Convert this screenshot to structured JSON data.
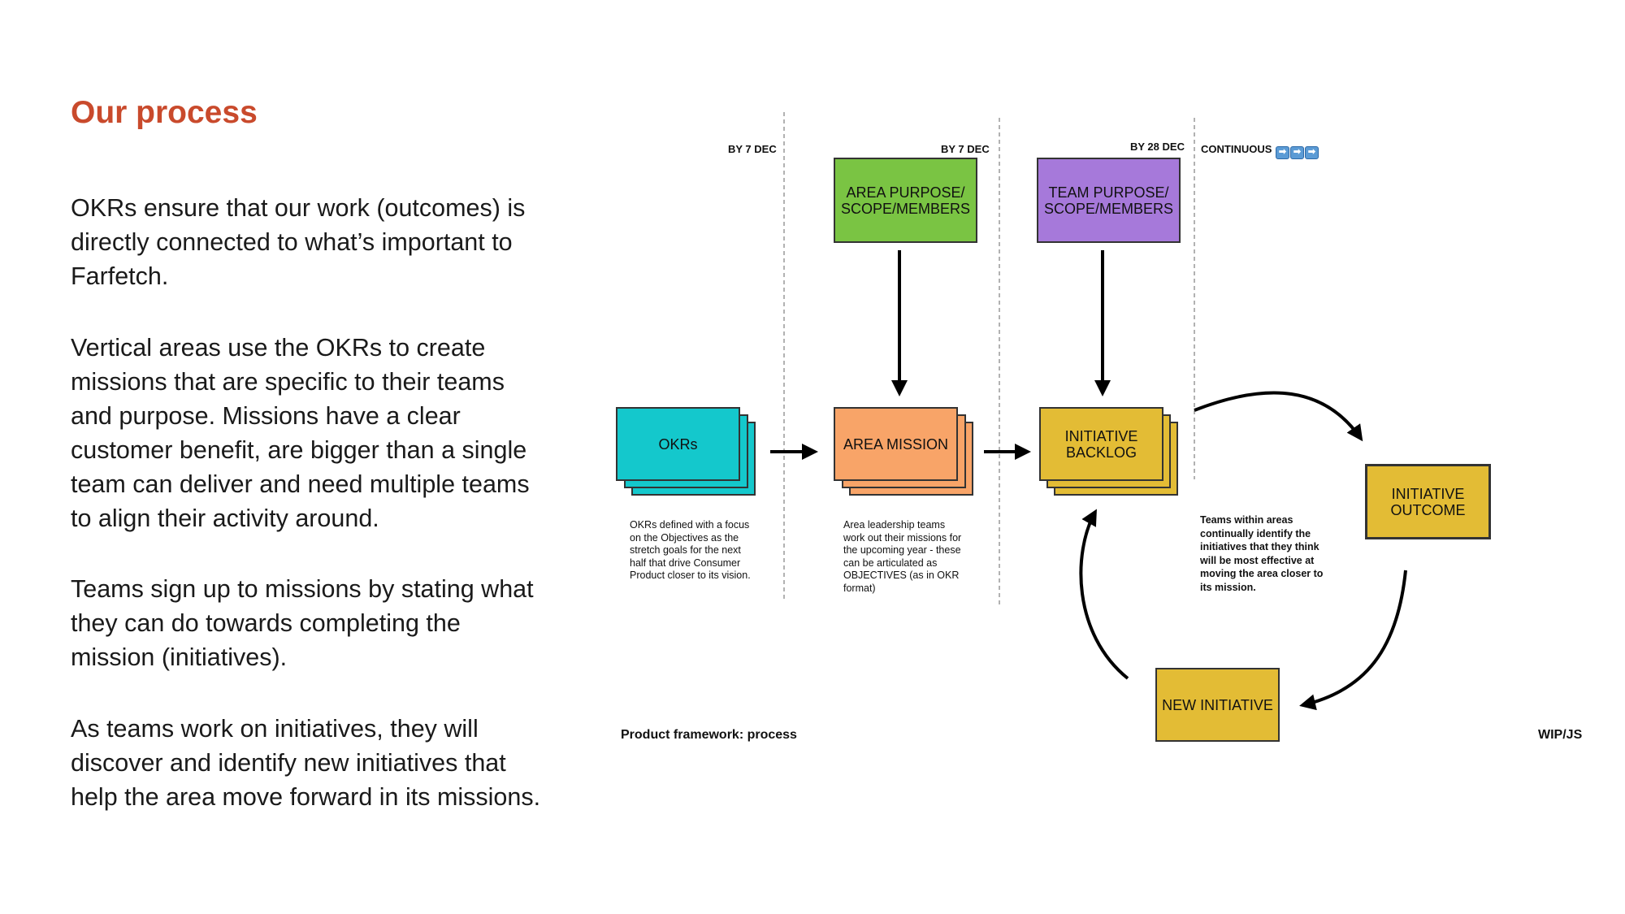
{
  "slide": {
    "title": "Our process",
    "paragraphs": [
      "OKRs ensure that our work (outcomes) is directly connected to what’s important to Farfetch.",
      "Vertical areas use the OKRs to create missions that are specific to their teams and purpose. Missions have a clear customer benefit, are bigger than a single team can deliver and need multiple teams to align their activity around.",
      "Teams sign up to missions by stating what they can do towards completing the mission (initiatives).",
      "As teams work on initiatives, they will discover and identify new initiatives that help the area move forward in its missions."
    ]
  },
  "diagram": {
    "phase_labels": [
      "BY 7 DEC",
      "BY 7 DEC",
      "BY 28 DEC",
      "CONTINUOUS"
    ],
    "continuous_icons": [
      "➡",
      "➡",
      "➡"
    ],
    "boxes": {
      "okrs": "OKRs",
      "area_purpose": "AREA PURPOSE/ SCOPE/MEMBERS",
      "area_mission": "AREA MISSION",
      "team_purpose": "TEAM PURPOSE/ SCOPE/MEMBERS",
      "initiative_backlog": "INITIATIVE BACKLOG",
      "initiative_outcome": "INITIATIVE OUTCOME",
      "new_initiative": "NEW INITIATIVE"
    },
    "notes": {
      "okrs": "OKRs defined with a focus on the Objectives as the stretch goals for the next half that drive Consumer Product closer to its vision.",
      "area": "Area leadership teams work out their missions for the upcoming year - these can be articulated as OBJECTIVES (as in OKR format)",
      "teams": "Teams within areas continually identify the initiatives that they think will be most effective at moving the area closer to its mission."
    },
    "footer_left": "Product framework: process",
    "footer_right": "WIP/JS",
    "colors": {
      "title": "#C94A2C",
      "okrs": "#14C8CC",
      "area_purpose": "#7AC443",
      "area_mission": "#F8A468",
      "team_purpose": "#A679DA",
      "initiative": "#E3BC35"
    }
  }
}
